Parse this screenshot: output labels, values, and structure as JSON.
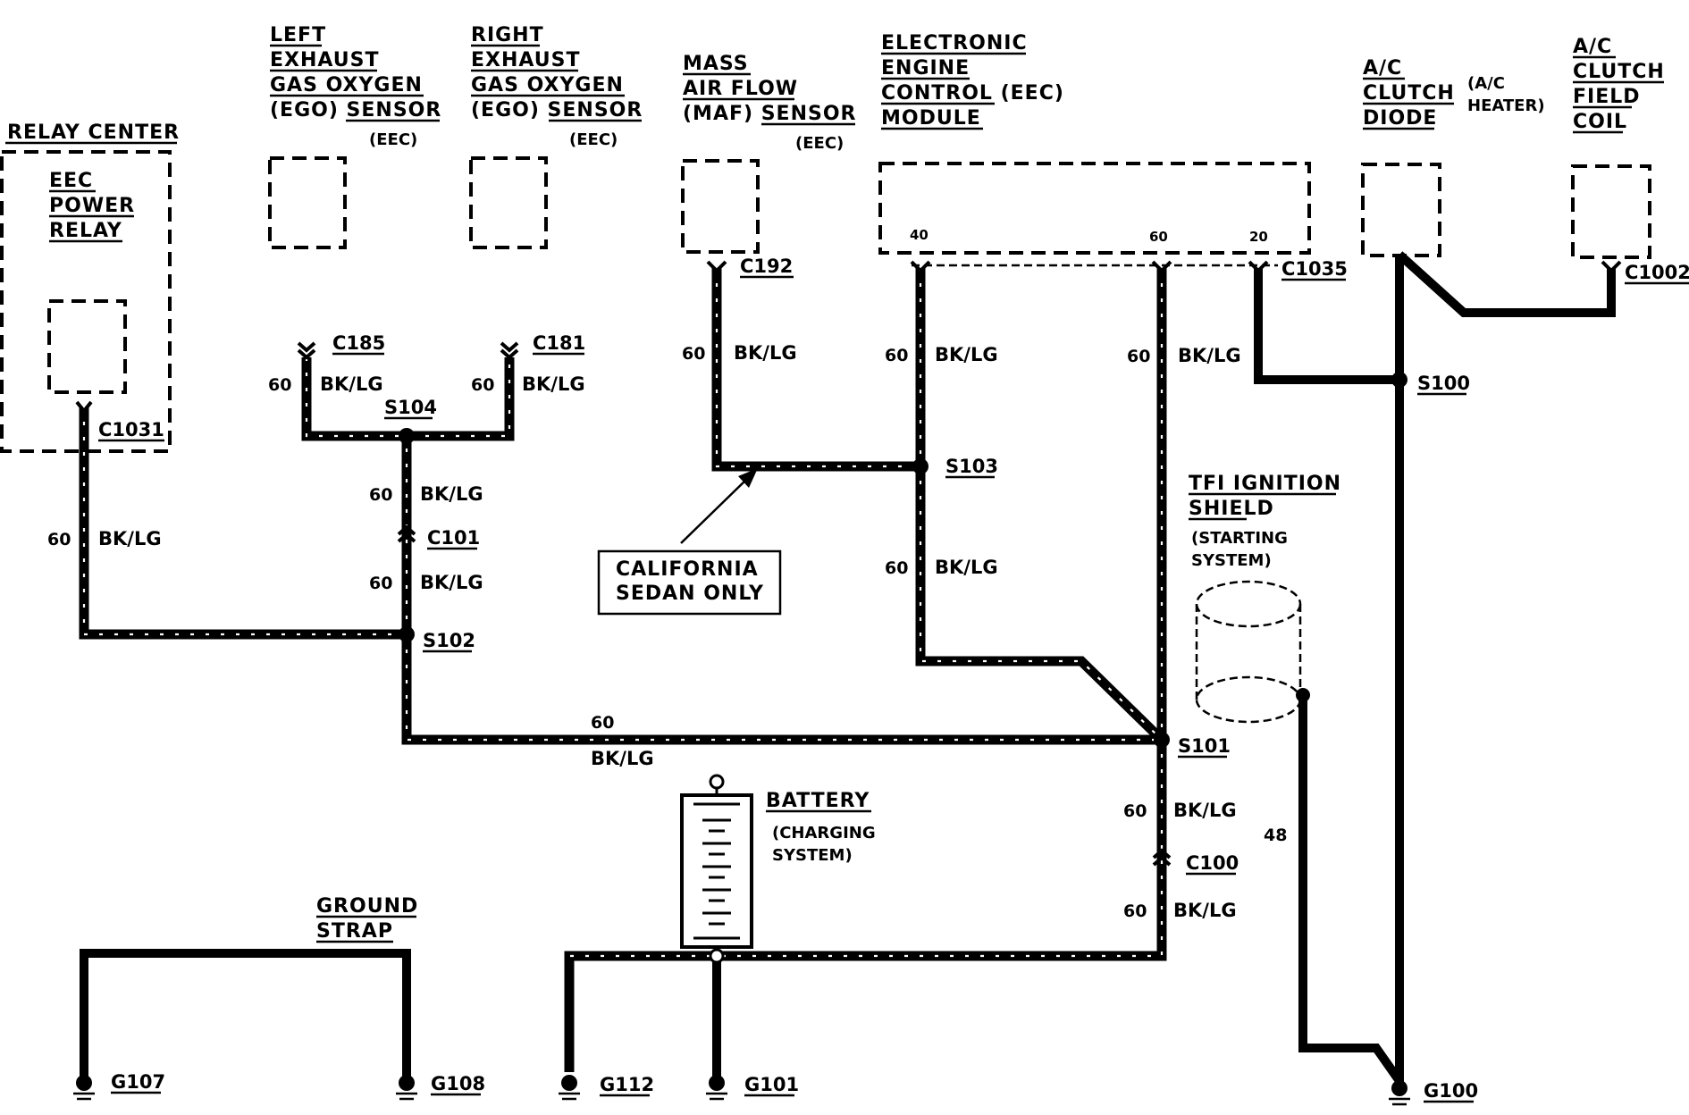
{
  "components": {
    "relay_center": {
      "title": "RELAY CENTER",
      "relay_lines": [
        "EEC",
        "POWER",
        "RELAY"
      ],
      "connector": "C1031"
    },
    "left_ego": {
      "lines": [
        "LEFT",
        "EXHAUST",
        "GAS OXYGEN",
        "(EGO) SENSOR"
      ],
      "system": "(EEC)",
      "connector": "C185"
    },
    "right_ego": {
      "lines": [
        "RIGHT",
        "EXHAUST",
        "GAS OXYGEN",
        "(EGO) SENSOR"
      ],
      "system": "(EEC)",
      "connector": "C181"
    },
    "maf": {
      "lines": [
        "MASS",
        "AIR FLOW",
        "(MAF) SENSOR"
      ],
      "system": "(EEC)",
      "connector": "C192"
    },
    "eec_module": {
      "lines": [
        "ELECTRONIC",
        "ENGINE",
        "CONTROL (EEC)",
        "MODULE"
      ],
      "pins": [
        "40",
        "60",
        "20"
      ],
      "connector": "C1035"
    },
    "ac_diode": {
      "lines": [
        "A/C",
        "CLUTCH",
        "DIODE"
      ],
      "system_lines": [
        "(A/C",
        "HEATER)"
      ]
    },
    "ac_coil": {
      "lines": [
        "A/C",
        "CLUTCH",
        "FIELD",
        "COIL"
      ],
      "connector": "C1002"
    },
    "tfi": {
      "lines": [
        "TFI IGNITION",
        "SHIELD"
      ],
      "system_lines": [
        "(STARTING",
        "SYSTEM)"
      ]
    },
    "battery": {
      "title": "BATTERY",
      "system_lines": [
        "(CHARGING",
        "SYSTEM)"
      ]
    },
    "ground_strap": {
      "lines": [
        "GROUND",
        "STRAP"
      ]
    }
  },
  "callout": {
    "lines": [
      "CALIFORNIA",
      "SEDAN ONLY"
    ]
  },
  "splices": [
    "S104",
    "S103",
    "S102",
    "S101",
    "S100"
  ],
  "connectors_inline": [
    "C101",
    "C100"
  ],
  "grounds": [
    "G107",
    "G108",
    "G112",
    "G101",
    "G100"
  ],
  "wires": {
    "circuit": "60",
    "color": "BK/LG",
    "shield_circuit": "48"
  },
  "colors": {
    "ink": "#000000",
    "paper": "#ffffff"
  }
}
